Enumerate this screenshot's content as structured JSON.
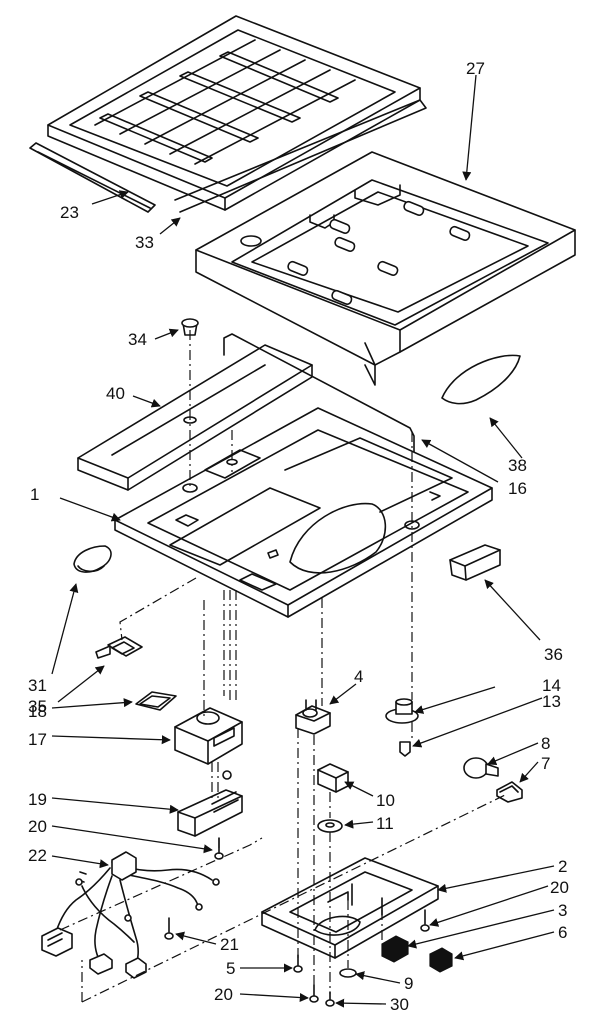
{
  "diagram": {
    "callouts": {
      "c27": "27",
      "c23": "23",
      "c33": "33",
      "c34": "34",
      "c40": "40",
      "c38": "38",
      "c16": "16",
      "c1": "1",
      "c36": "36",
      "c31": "31",
      "c35": "35",
      "c4": "4",
      "c14": "14",
      "c13": "13",
      "c18": "18",
      "c17": "17",
      "c8": "8",
      "c7": "7",
      "c19": "19",
      "c10": "10",
      "c11": "11",
      "c20a": "20",
      "c22": "22",
      "c2": "2",
      "c20b": "20",
      "c3": "3",
      "c21": "21",
      "c6": "6",
      "c5": "5",
      "c9": "9",
      "c20c": "20",
      "c30": "30"
    }
  }
}
